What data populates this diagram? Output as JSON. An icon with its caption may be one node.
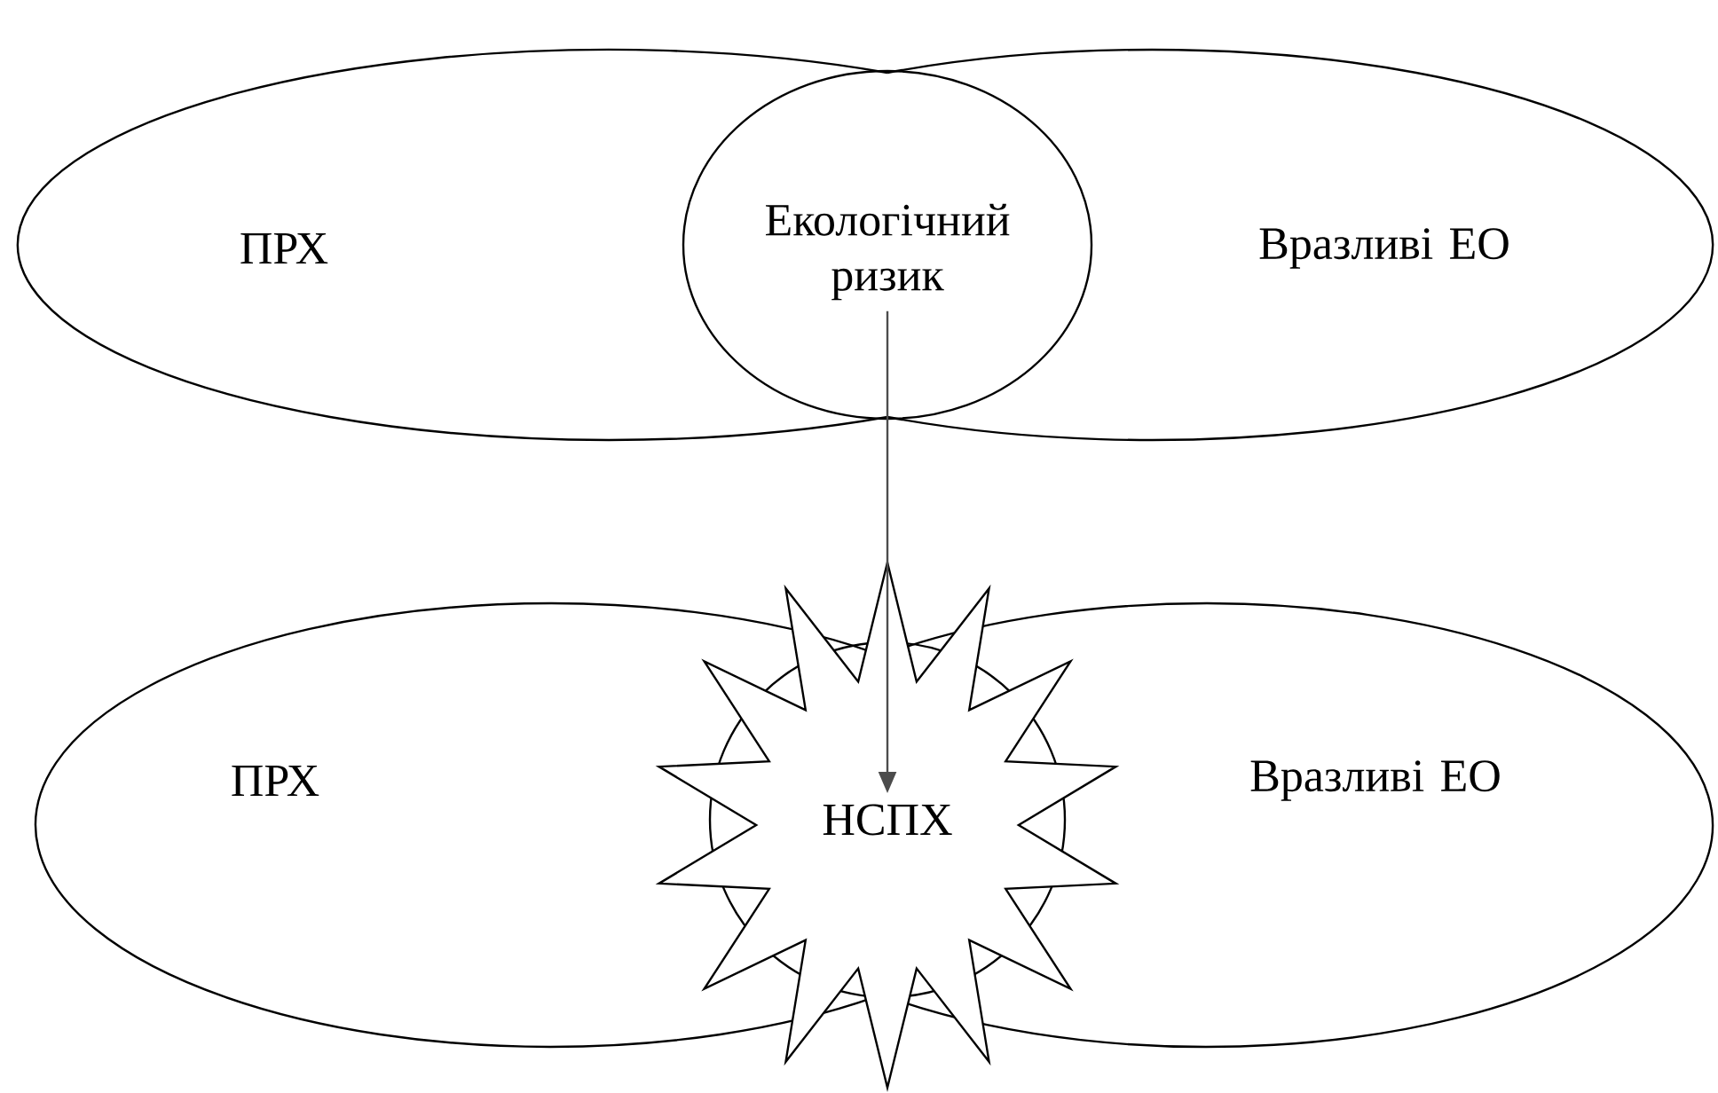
{
  "diagram": {
    "nodes": [
      {
        "text": [
          "ПРХ"
        ]
      },
      {
        "text": [
          "Екологічний ризик"
        ]
      },
      {
        "text": [
          "Вразливі ЕО"
        ]
      },
      {
        "text": [
          "ПРХ"
        ]
      },
      {
        "text": [
          "НСПХ"
        ]
      },
      {
        "text": [
          "Вразливі ЕО"
        ]
      }
    ],
    "edges": [
      {
        "from": 1,
        "to": 4,
        "arrow": "to"
      }
    ]
  }
}
